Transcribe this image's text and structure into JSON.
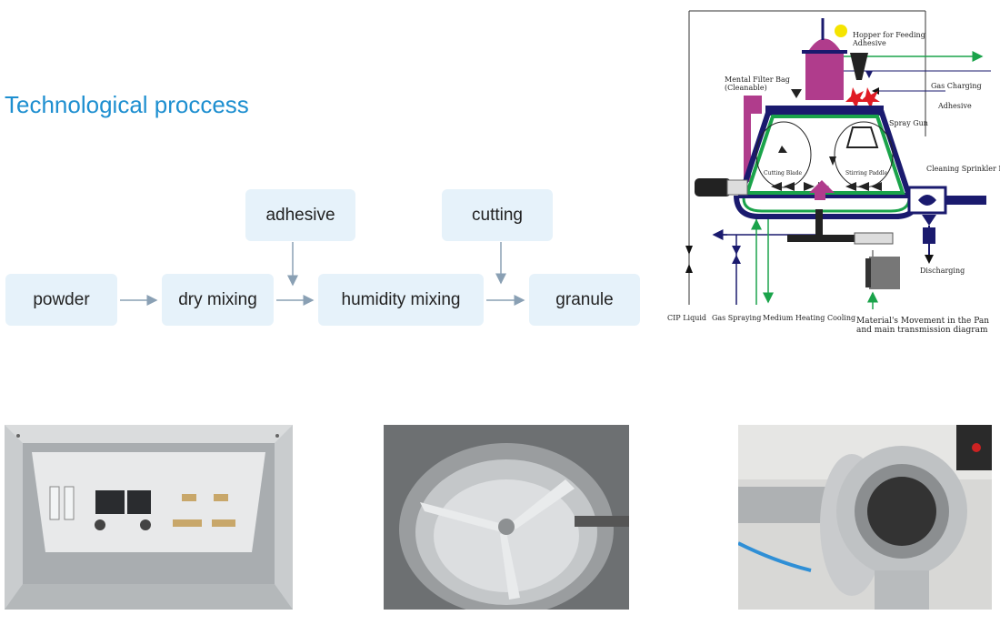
{
  "title": "Technological proccess",
  "flow": {
    "powder": "powder",
    "dry_mixing": "dry mixing",
    "adhesive": "adhesive",
    "humidity_mixing": "humidity mixing",
    "cutting": "cutting",
    "granule": "granule"
  },
  "diagram": {
    "hopper": "Hopper for Feeding",
    "hopper2": "Adhesive",
    "filter": "Mental Filter Bag",
    "filter2": "(Cleanable)",
    "gas_charging": "Gas Charging",
    "adhesive": "Adhesive",
    "spray_gun": "Spray Gun",
    "cutting_blade": "Cutting Blade",
    "stirring_paddle": "Stirring Paddle",
    "cleaning_head": "Cleaning Sprinkler Head",
    "discharging": "Discharging",
    "cip": "CIP Liquid",
    "gas_spraying": "Gas Spraying",
    "medium": "Medium Heating Cooling",
    "caption1": "Material's Movement in the Pan",
    "caption2": "and main transmission diagram"
  },
  "colors": {
    "title": "#1e8fd0",
    "box": "#e6f2fa",
    "arrow": "#8aa0b4"
  }
}
